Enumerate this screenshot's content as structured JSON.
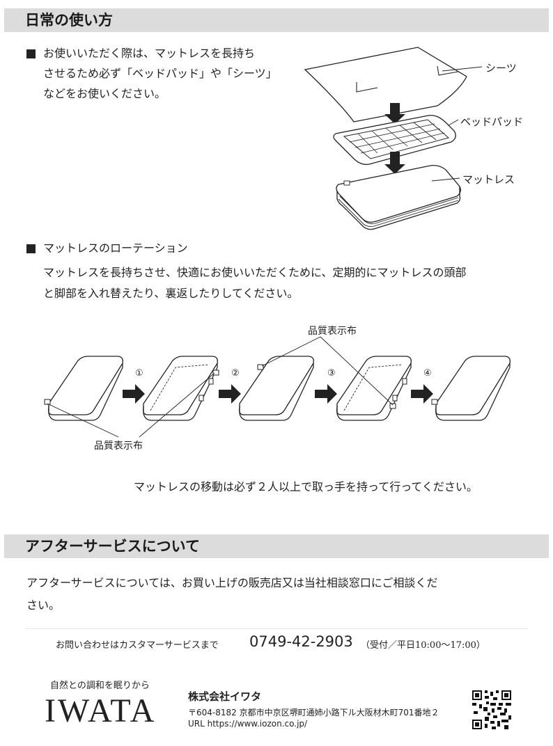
{
  "daily": {
    "title": "日常の使い方",
    "intro": [
      "お使いいただく際は、マットレスを長持ち",
      "させるため必ず「ベッドパッド」や「シーツ」",
      "などをお使いください。"
    ],
    "labels": {
      "sheet": "シーツ",
      "pad": "ベッドパッド",
      "mattress": "マットレス"
    }
  },
  "rotation": {
    "heading": "マットレスのローテーション",
    "body": [
      "マットレスを長持ちさせ、快適にお使いいただくために、定期的にマットレスの頭部",
      "と脚部を入れ替えたり、裏返したりしてください。"
    ],
    "tag_label_top": "品質表示布",
    "tag_label_bottom": "品質表示布",
    "steps": [
      "①",
      "②",
      "③",
      "④"
    ],
    "note": "マットレスの移動は必ず２人以上で取っ手を持って行ってください。"
  },
  "after": {
    "title": "アフターサービスについて",
    "body": [
      "アフターサービスについては、お買い上げの販売店又は当社相談窓口にご相談くだ",
      "さい。"
    ]
  },
  "contact": {
    "lead": "お問い合わせはカスタマーサービスまで",
    "phone": "0749-42-2903",
    "hours": "（受付／平日10:00〜17:00）"
  },
  "footer": {
    "tagline": "自然との調和を眠りから",
    "logo": "IWATA",
    "company": "株式会社イワタ",
    "address": "〒604-8182 京都市中京区堺町通姉小路下ル大阪材木町701番地２",
    "url": "URL https://www.iozon.co.jp/"
  }
}
